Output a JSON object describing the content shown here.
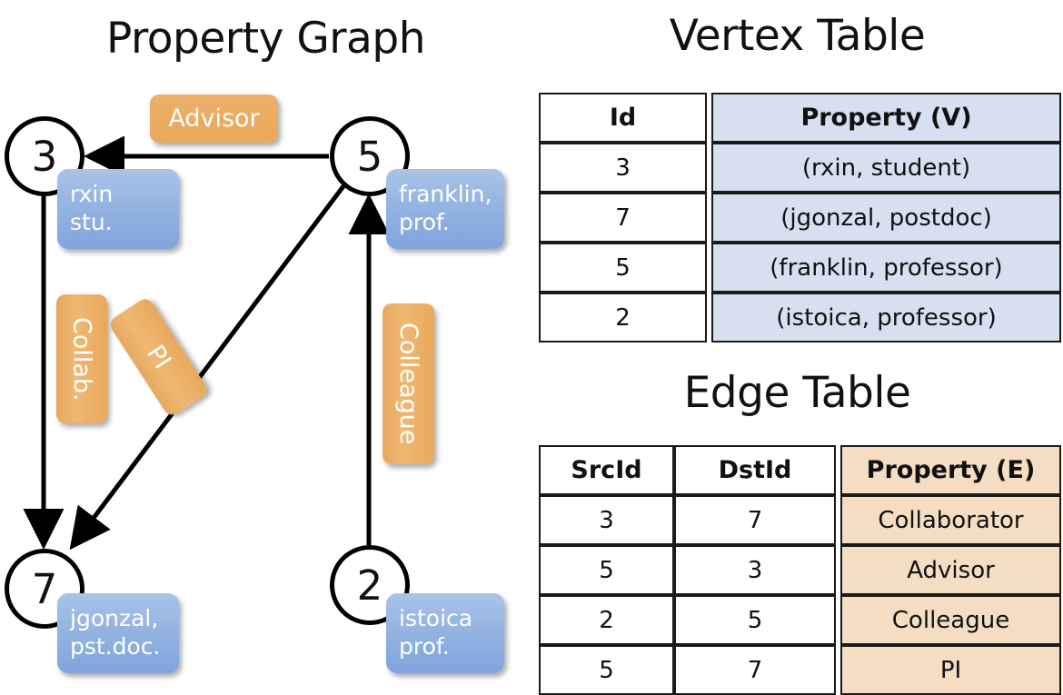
{
  "titles": {
    "property_graph": "Property Graph",
    "vertex_table": "Vertex Table",
    "edge_table": "Edge Table"
  },
  "graph": {
    "nodes": [
      {
        "id": "3",
        "label": "3",
        "property": "rxin\nstu."
      },
      {
        "id": "5",
        "label": "5",
        "property": "franklin,\nprof."
      },
      {
        "id": "7",
        "label": "7",
        "property": "jgonzal,\npst.doc."
      },
      {
        "id": "2",
        "label": "2",
        "property": "istoica\nprof."
      }
    ],
    "edge_labels": [
      {
        "name": "advisor",
        "text": "Advisor",
        "orientation": "horizontal"
      },
      {
        "name": "collab",
        "text": "Collab.",
        "orientation": "vertical"
      },
      {
        "name": "pi",
        "text": "PI",
        "orientation": "diagonal"
      },
      {
        "name": "colleague",
        "text": "Colleague",
        "orientation": "vertical"
      }
    ],
    "edges": [
      {
        "src": "5",
        "dst": "3",
        "label": "Advisor"
      },
      {
        "src": "3",
        "dst": "7",
        "label": "Collab."
      },
      {
        "src": "5",
        "dst": "7",
        "label": "PI"
      },
      {
        "src": "2",
        "dst": "5",
        "label": "Colleague"
      }
    ]
  },
  "vertex_table": {
    "columns": [
      "Id",
      "Property (V)"
    ],
    "rows": [
      {
        "id": "3",
        "property": "(rxin, student)"
      },
      {
        "id": "7",
        "property": "(jgonzal, postdoc)"
      },
      {
        "id": "5",
        "property": "(franklin, professor)"
      },
      {
        "id": "2",
        "property": "(istoica, professor)"
      }
    ]
  },
  "edge_table": {
    "columns": [
      "SrcId",
      "DstId",
      "Property (E)"
    ],
    "rows": [
      {
        "src": "3",
        "dst": "7",
        "property": "Collaborator"
      },
      {
        "src": "5",
        "dst": "3",
        "property": "Advisor"
      },
      {
        "src": "2",
        "dst": "5",
        "property": "Colleague"
      },
      {
        "src": "5",
        "dst": "7",
        "property": "PI"
      }
    ]
  },
  "colors": {
    "vertex_property_bg": "#d6e0f0",
    "edge_property_bg": "#f5ddc3",
    "node_box_blue": "#94b3e2",
    "edge_label_orange": "#e9a85c",
    "stroke": "#000000"
  }
}
